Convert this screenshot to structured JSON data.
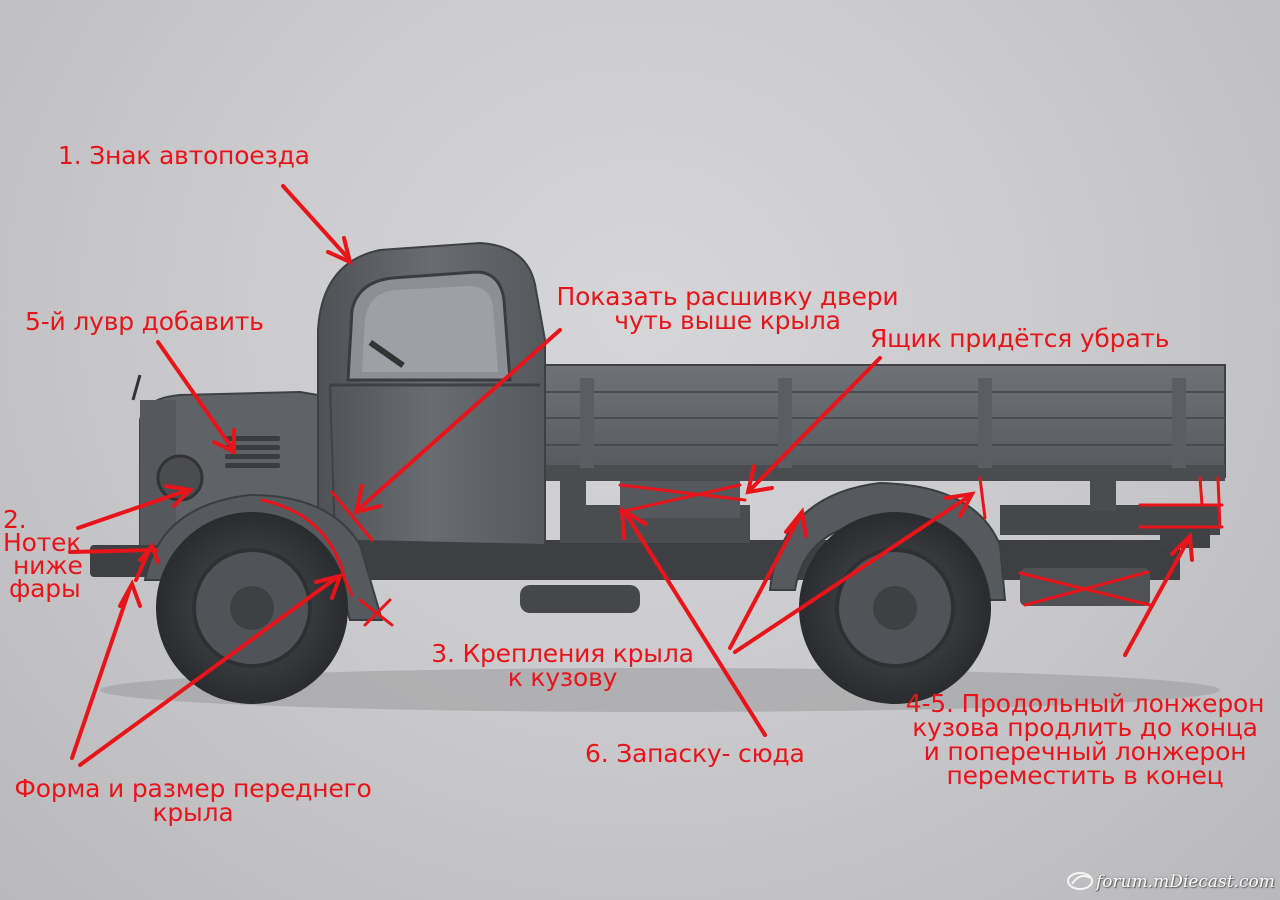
{
  "annotations": {
    "train_sign": "1. Знак автопоезда",
    "louvre": "5-й лувр добавить",
    "door_seam": [
      "Показать расшивку двери",
      "чуть выше крыла"
    ],
    "box": "Ящик придётся убрать",
    "drip": [
      "2.",
      "Нотек",
      "ниже",
      "фары"
    ],
    "fender_mounts": [
      "3. Крепления крыла",
      "к кузову"
    ],
    "spare": "6. Запаску- сюда",
    "longeron": [
      "4-5. Продольный лонжерон",
      "кузова продлить до конца",
      "и поперечный лонжерон",
      "переместить в конец"
    ],
    "fender_shape": [
      "Форма и размер переднего",
      "крыла"
    ]
  },
  "watermark": "forum.mDiecast.com",
  "colors": {
    "annotation": "#e8141a",
    "truck": "#5b5e63",
    "background": "#cdcdcf"
  }
}
